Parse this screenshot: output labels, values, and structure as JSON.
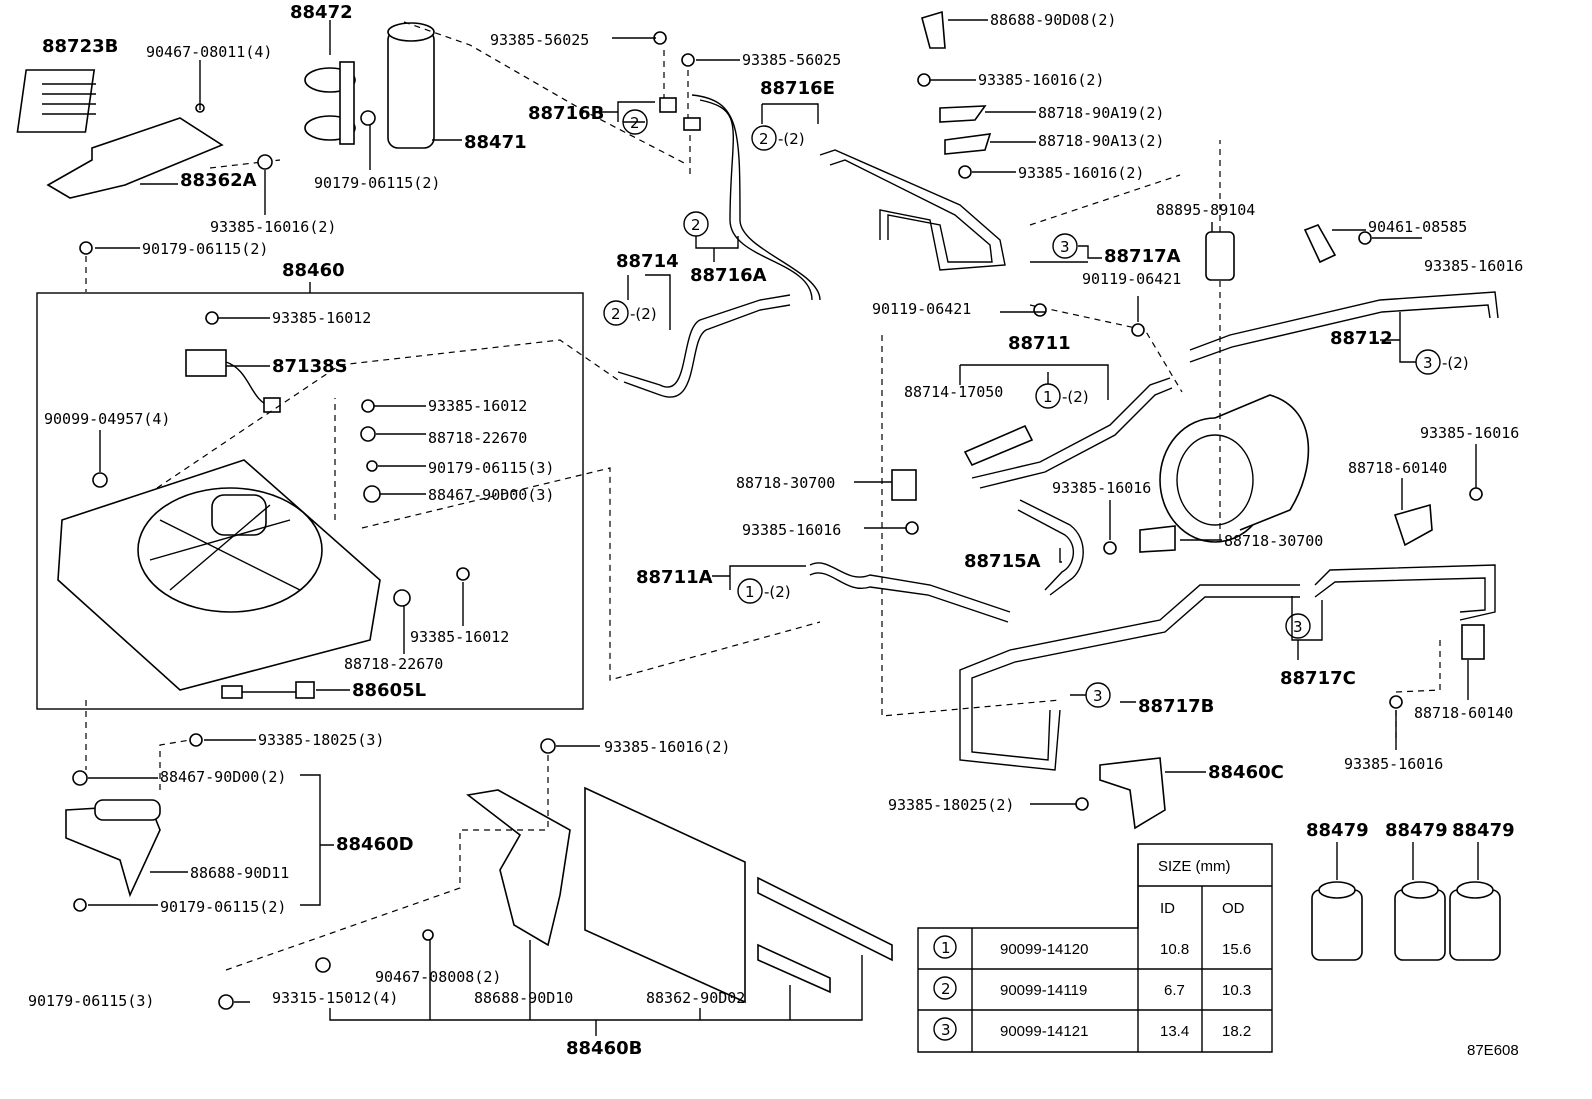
{
  "diagram_code": "87E608",
  "callouts": {
    "c88723B": "88723B",
    "c90467_08011": "90467-08011(4)",
    "c88472": "88472",
    "c88471": "88471",
    "c88362A": "88362A",
    "c90179_06115_2a": "90179-06115(2)",
    "c93385_16016_2a": "93385-16016(2)",
    "c90179_06115_2b": "90179-06115(2)",
    "c88460": "88460",
    "c93385_16012a": "93385-16012",
    "c87138S": "87138S",
    "c90099_04957": "90099-04957(4)",
    "c93385_16012b": "93385-16012",
    "c88718_22670a": "88718-22670",
    "c90179_06115_3a": "90179-06115(3)",
    "c88467_90D00_3": "88467-90D00(3)",
    "c93385_16012c": "93385-16012",
    "c88718_22670b": "88718-22670",
    "c88605L": "88605L",
    "c93385_56025a": "93385-56025",
    "c93385_56025b": "93385-56025",
    "c88716B": "88716B",
    "c88716E": "88716E",
    "c88716A": "88716A",
    "c88714": "88714",
    "c88688_90D08": "88688-90D08(2)",
    "c93385_16016_2b": "93385-16016(2)",
    "c88718_90A19": "88718-90A19(2)",
    "c88718_90A13": "88718-90A13(2)",
    "c93385_16016_2c": "93385-16016(2)",
    "c88717A": "88717A",
    "c90119_06421a": "90119-06421",
    "c90119_06421b": "90119-06421",
    "c88895_89104": "88895-89104",
    "c90461_08585": "90461-08585",
    "c93385_16016a": "93385-16016",
    "c88712": "88712",
    "c88711": "88711",
    "c88714_17050": "88714-17050",
    "c88718_30700a": "88718-30700",
    "c93385_16016b": "93385-16016",
    "c93385_16016c": "93385-16016",
    "c88718_30700b": "88718-30700",
    "c88715A": "88715A",
    "c88711A": "88711A",
    "c93385_16016d": "93385-16016",
    "c88718_60140a": "88718-60140",
    "c88717C": "88717C",
    "c88717B": "88717B",
    "c88718_60140b": "88718-60140",
    "c93385_16016e": "93385-16016",
    "c88460C": "88460C",
    "c93385_18025_2": "93385-18025(2)",
    "c93385_18025_3": "93385-18025(3)",
    "c88467_90D00_2": "88467-90D00(2)",
    "c88460D": "88460D",
    "c88688_90D11": "88688-90D11",
    "c90179_06115_2c": "90179-06115(2)",
    "c93385_16016_2d": "93385-16016(2)",
    "c90179_06115_3b": "90179-06115(3)",
    "c93315_15012": "93315-15012(4)",
    "c90467_08008": "90467-08008(2)",
    "c88688_90D10": "88688-90D10",
    "c88362_90D02": "88362-90D02",
    "c88460B": "88460B",
    "c88479a": "88479",
    "c88479b": "88479",
    "c88479c": "88479"
  },
  "oring_marks": {
    "one": "1",
    "two": "2",
    "three": "3",
    "qty2": "-(2)",
    "dash": "-"
  },
  "size_table": {
    "header": "SIZE (mm)",
    "col_id": "ID",
    "col_od": "OD",
    "rows": [
      {
        "mark": "1",
        "part": "90099-14120",
        "id": "10.8",
        "od": "15.6"
      },
      {
        "mark": "2",
        "part": "90099-14119",
        "id": "6.7",
        "od": "10.3"
      },
      {
        "mark": "3",
        "part": "90099-14121",
        "id": "13.4",
        "od": "18.2"
      }
    ]
  }
}
